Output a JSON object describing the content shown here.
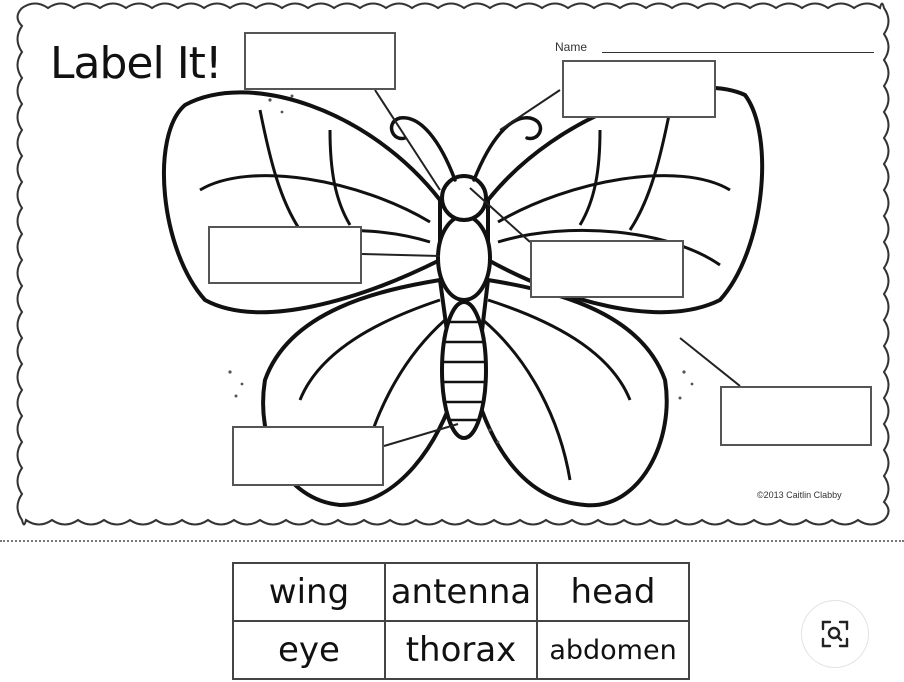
{
  "worksheet": {
    "title": "Label It!",
    "name_label": "Name",
    "copyright": "©2013 Caitlin Clabby"
  },
  "word_bank": {
    "rows": [
      [
        "wing",
        "antenna",
        "head"
      ],
      [
        "eye",
        "thorax",
        "abdomen"
      ]
    ]
  },
  "lens_button": {
    "icon": "visual-search-icon"
  }
}
